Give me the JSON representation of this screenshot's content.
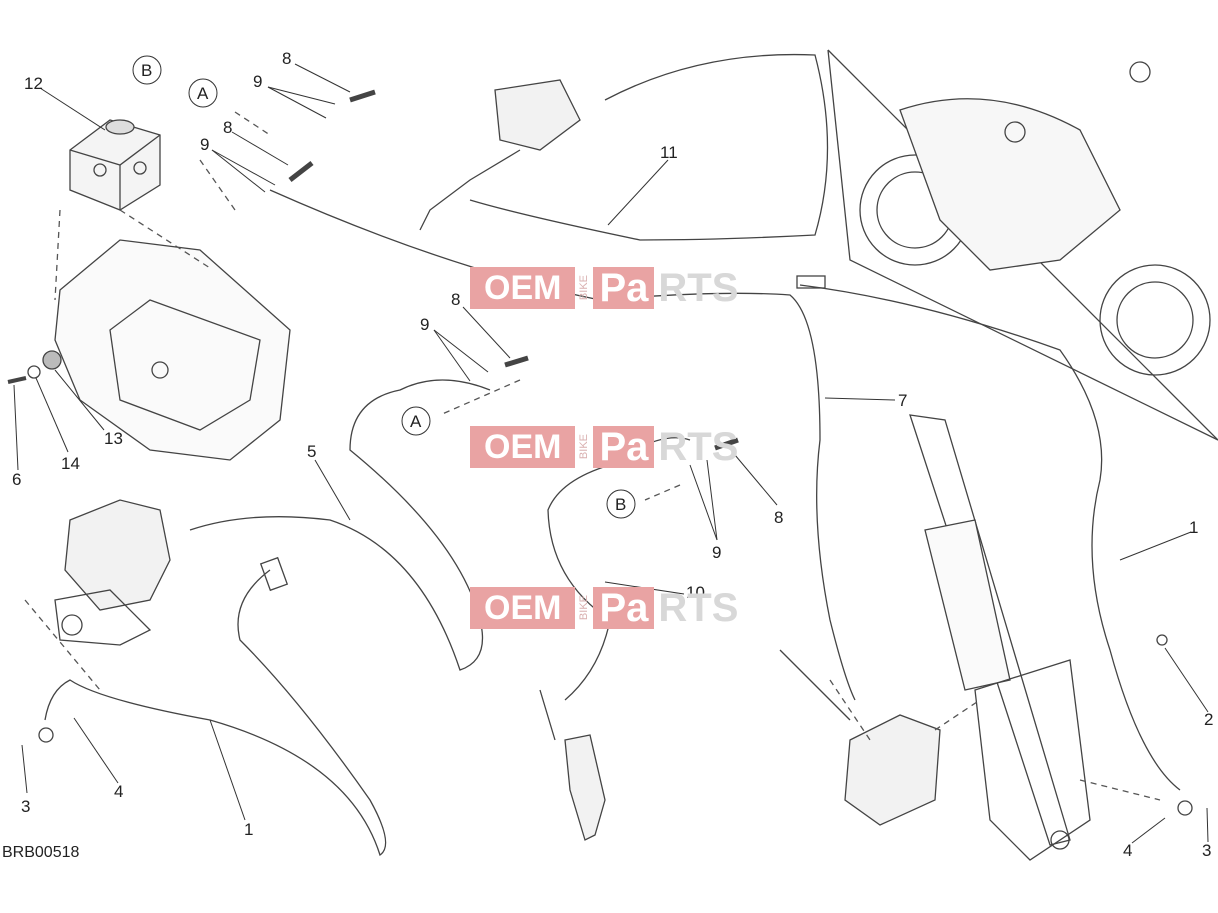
{
  "diagram_code": "BRB00518",
  "watermark": {
    "oem": "OEM",
    "bike": "BIKE",
    "pa": "Pa",
    "rts": "RTS"
  },
  "callouts": {
    "c1a": "1",
    "c1b": "1",
    "c2": "2",
    "c3a": "3",
    "c3b": "3",
    "c4a": "4",
    "c4b": "4",
    "c5": "5",
    "c6": "6",
    "c7": "7",
    "c8a": "8",
    "c8b": "8",
    "c8c": "8",
    "c8d": "8",
    "c9a": "9",
    "c9b": "9",
    "c9c": "9",
    "c9d": "9",
    "c10": "10",
    "c11": "11",
    "c12": "12",
    "c13": "13",
    "c14": "14"
  },
  "connectors": {
    "A1": "A",
    "A2": "A",
    "B1": "B",
    "B2": "B"
  }
}
